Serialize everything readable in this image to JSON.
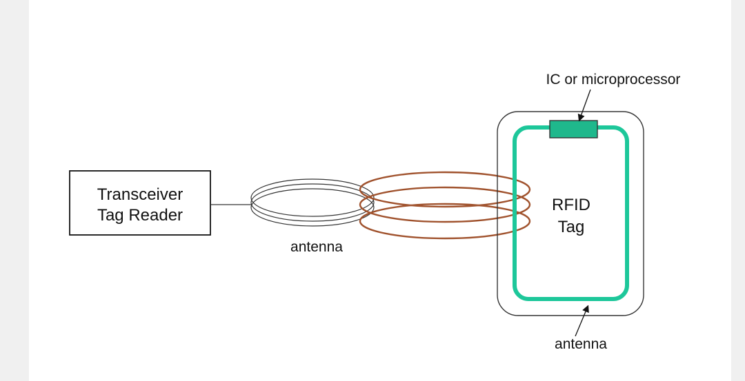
{
  "reader": {
    "line1": "Transceiver",
    "line2": "Tag Reader"
  },
  "reader_antenna_label": "antenna",
  "tag": {
    "line1": "RFID",
    "line2": "Tag"
  },
  "chip_label": "IC or microprocessor",
  "tag_antenna_label": "antenna",
  "colors": {
    "field_coils": "#a0522d",
    "tag_antenna": "#1dc79a",
    "chip": "#1fb88c",
    "outline": "#333333"
  }
}
